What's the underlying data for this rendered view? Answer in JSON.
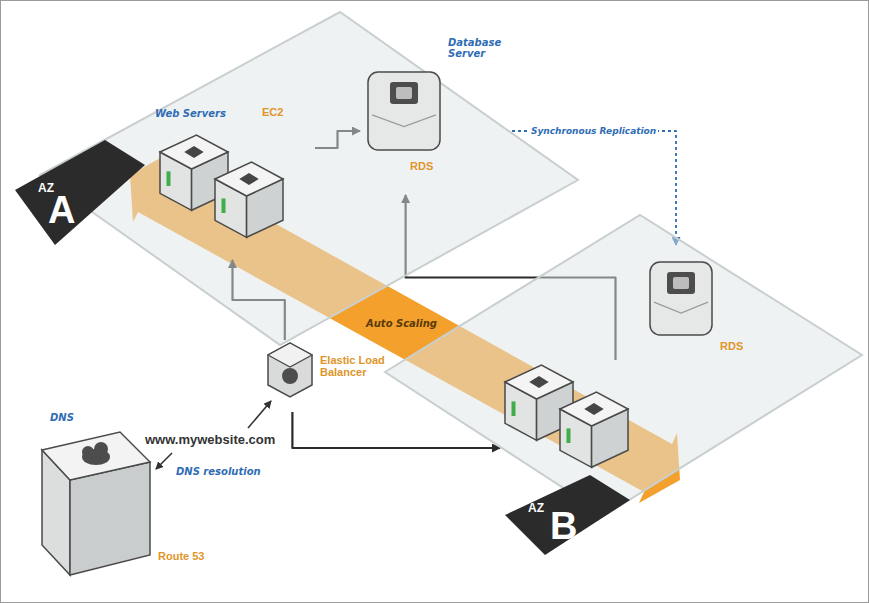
{
  "diagram": {
    "nodes": [
      {
        "text": [
          "AZ",
          "A"
        ]
      },
      {
        "text": [
          "AZ",
          "B"
        ]
      },
      {
        "text": [
          "Web Servers",
          "EC2"
        ],
        "in": 0
      },
      {
        "text": [
          "Database Server",
          "RDS"
        ],
        "in": 0
      },
      {
        "text": [],
        "in": 1
      },
      {
        "text": [
          "RDS"
        ],
        "in": 1
      },
      {
        "text": [
          "Elastic Load Balancer"
        ]
      },
      {
        "text": [
          "DNS",
          "Route 53"
        ]
      }
    ],
    "edges": [
      {
        "from": 6,
        "to": 2,
        "arrow": "to"
      },
      {
        "from": 6,
        "to": 4,
        "arrow": "to"
      },
      {
        "from": 2,
        "to": 3,
        "arrow": "to"
      },
      {
        "from": 4,
        "to": 3,
        "arrow": "to"
      },
      {
        "from": 3,
        "to": 5,
        "arrow": "to",
        "label": "Synchronous Replication"
      }
    ],
    "labels": [
      "www.mywebsite.com",
      "DNS resolution",
      "Auto Scaling"
    ]
  }
}
